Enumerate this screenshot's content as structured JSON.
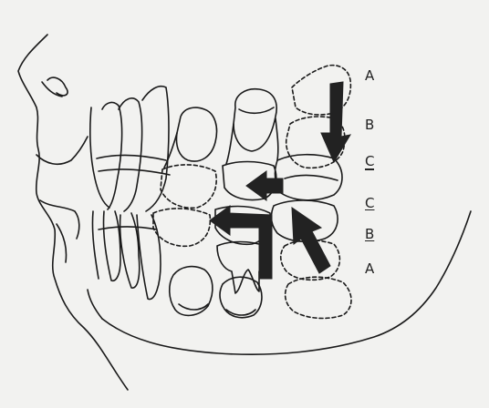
{
  "labels": {
    "upper_A": "A",
    "upper_B": "B",
    "upper_C": "C",
    "lower_C": "C",
    "lower_B": "B",
    "lower_A": "A"
  },
  "colors": {
    "line": "#1a1a1a",
    "arrow": "#222222",
    "background": "#f2f2f0"
  }
}
